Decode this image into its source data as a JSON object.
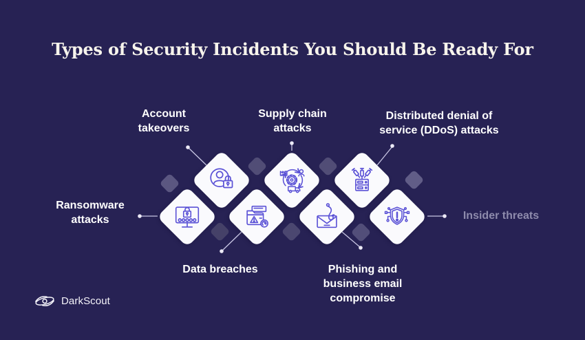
{
  "title": "Types of Security Incidents You Should Be Ready For",
  "brand": {
    "name": "DarkScout",
    "logo_icon": "eye-scout-icon"
  },
  "colors": {
    "background": "#272254",
    "diamond_fill": "#fafafd",
    "icon_stroke": "#5b52d6",
    "label_text": "#ffffff",
    "muted_label_text": "#8e8bac",
    "title_text": "#f7f4ec",
    "connector": "#c9c7e4",
    "deco_light": "#615d87",
    "deco_dark": "#454168"
  },
  "nodes": [
    {
      "label": "Account\ntakeovers",
      "icon": "user-lock-icon"
    },
    {
      "label": "Supply chain\nattacks",
      "icon": "supply-chain-icon"
    },
    {
      "label": "Distributed denial of\nservice (DDoS) attacks",
      "icon": "ddos-server-icon"
    },
    {
      "label": "Ransomware\nattacks",
      "icon": "monitor-lock-icon"
    },
    {
      "label": "Data breaches",
      "icon": "folder-warning-icon"
    },
    {
      "label": "Phishing and\nbusiness email\ncompromise",
      "icon": "phishing-email-icon"
    },
    {
      "label": "Insider threats",
      "icon": "shield-alert-icon"
    }
  ]
}
